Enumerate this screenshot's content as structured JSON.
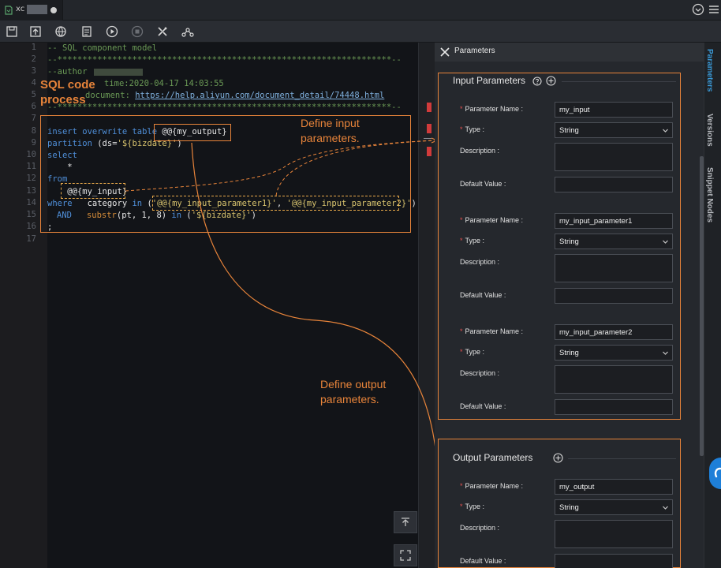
{
  "tab": {
    "label_prefix": "xc"
  },
  "toolbar": {
    "icons": [
      "save-icon",
      "submit-icon",
      "globe-icon",
      "format-icon",
      "run-icon",
      "stop-icon",
      "tools-icon",
      "lineage-icon"
    ]
  },
  "editor": {
    "line_numbers": [
      "1",
      "2",
      "3",
      "4",
      "5",
      "6",
      "7",
      "8",
      "9",
      "10",
      "11",
      "12",
      "13",
      "14",
      "15",
      "16",
      "17"
    ],
    "l1": "-- SQL component model",
    "l2": "--*******************************************************************--",
    "l3": "--author",
    "l4_prefix": "",
    "l4_text": "time:2020-04-17 14:03:55",
    "l5_prefix": "document:",
    "l5_link": "https://help.aliyun.com/document_detail/74448.html",
    "l6": "--*******************************************************************--",
    "l8_kw": "insert overwrite table",
    "l8_var": "@@{my_output}",
    "l9_kw": "partition",
    "l9_a": "(ds=",
    "l9_str": "'${bizdate}'",
    "l9_b": ")",
    "l10": "select",
    "l11": "    *",
    "l12": "from",
    "l13": "    @@{my_input}",
    "l14_kw": "where",
    "l14_a": "   category ",
    "l14_in": "in",
    "l14_b": " (",
    "l14_s1": "'@@{my_input_parameter1}'",
    "l14_c": ", ",
    "l14_s2": "'@@{my_input_parameter2}'",
    "l14_d": ")",
    "l15_kw": "AND",
    "l15_fn": "substr",
    "l15_a": "(pt, 1, 8) ",
    "l15_in": "in",
    "l15_b": " (",
    "l15_str": "'${bizdate}'",
    "l15_c": ")",
    "l16": ";"
  },
  "annotations": {
    "sql_process": "SQL code\nprocess",
    "define_input": "Define input\nparameters.",
    "define_output": "Define output\nparameters."
  },
  "panel": {
    "title": "Parameters",
    "input_section_title": "Input Parameters",
    "output_section_title": "Output Parameters",
    "labels": {
      "name": "Parameter Name :",
      "type": "Type :",
      "description": "Description :",
      "default": "Default Value :"
    },
    "inputs": [
      {
        "name": "my_input",
        "type": "String",
        "description": "",
        "default": ""
      },
      {
        "name": "my_input_parameter1",
        "type": "String",
        "description": "",
        "default": ""
      },
      {
        "name": "my_input_parameter2",
        "type": "String",
        "description": "",
        "default": ""
      }
    ],
    "outputs": [
      {
        "name": "my_output",
        "type": "String",
        "description": "",
        "default": ""
      }
    ]
  },
  "rail": {
    "tabs": [
      "Parameters",
      "Versions",
      "Snippet Nodes"
    ]
  },
  "colors": {
    "annotation": "#e8843a",
    "accent": "#3a9ad8",
    "required": "#e35050"
  }
}
